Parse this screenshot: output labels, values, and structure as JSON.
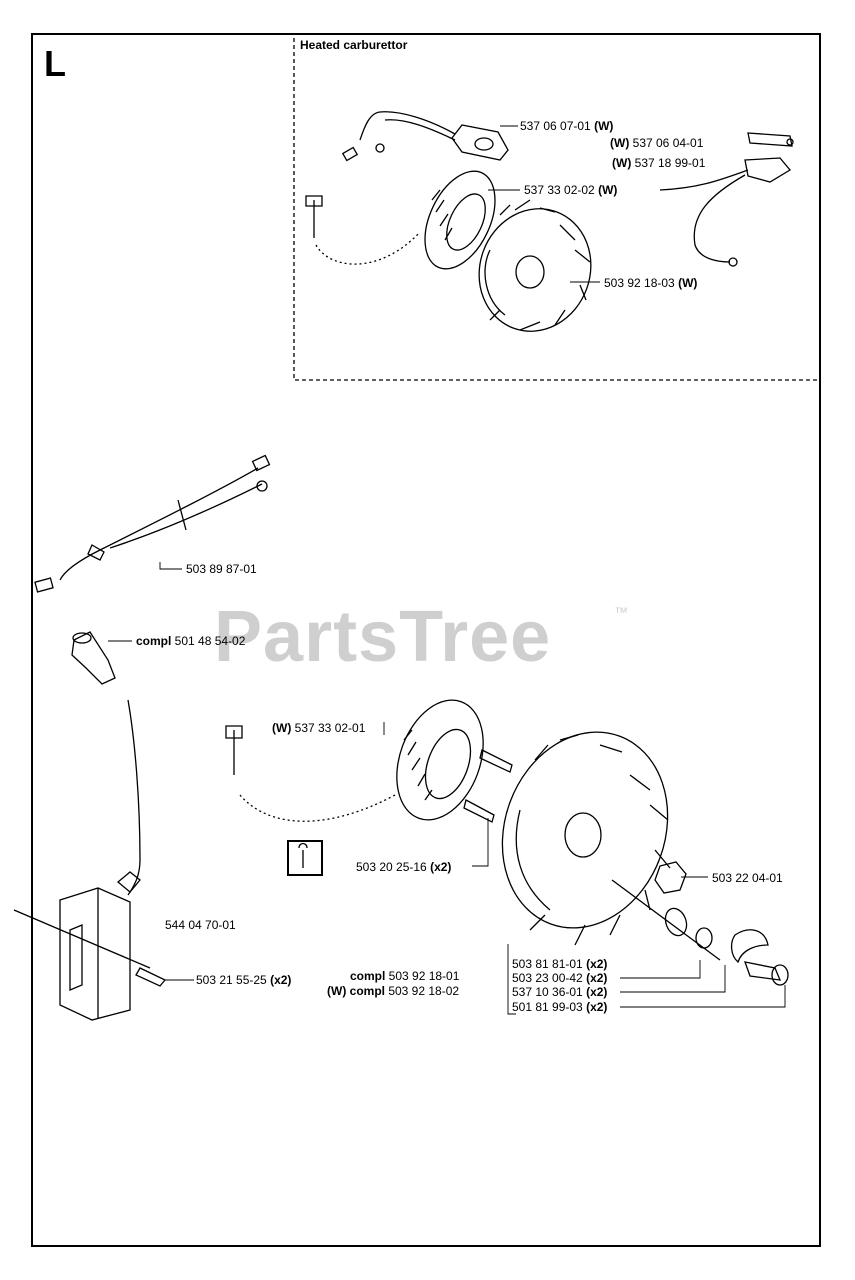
{
  "section_letter": "L",
  "heated_title": "Heated carburettor",
  "watermark": "PartsTree",
  "watermark_tm": "™",
  "labels": {
    "p1": {
      "part": "537 06 07-01",
      "suffix": " (W)"
    },
    "p2": {
      "prefix": "(W) ",
      "part": "537 06 04-01"
    },
    "p3": {
      "prefix": "(W) ",
      "part": "537 18 99-01"
    },
    "p4": {
      "part": "537 33 02-02",
      "suffix": " (W)"
    },
    "p5": {
      "part": "503 92 18-03",
      "suffix": " (W)"
    },
    "p6": {
      "part": "503 89 87-01"
    },
    "p7": {
      "prefix": "compl ",
      "part": "501 48 54-02"
    },
    "p8": {
      "prefix": "(W) ",
      "part": "537 33 02-01"
    },
    "p9": {
      "part": "503 20 25-16",
      "suffix": " (x2)"
    },
    "p10": {
      "part": "503 22 04-01"
    },
    "p11": {
      "part": "544 04 70-01"
    },
    "p12": {
      "part": "503 21 55-25",
      "suffix": " (x2)"
    },
    "p13": {
      "prefix": "compl ",
      "part": "503 92 18-01"
    },
    "p14": {
      "prefix": "(W) compl ",
      "part": "503 92 18-02"
    },
    "p15": {
      "part": "503 81 81-01",
      "suffix": " (x2)"
    },
    "p16": {
      "part": "503 23 00-42",
      "suffix": " (x2)"
    },
    "p17": {
      "part": "537 10 36-01",
      "suffix": " (x2)"
    },
    "p18": {
      "part": "501 81 99-03",
      "suffix": " (x2)"
    }
  }
}
